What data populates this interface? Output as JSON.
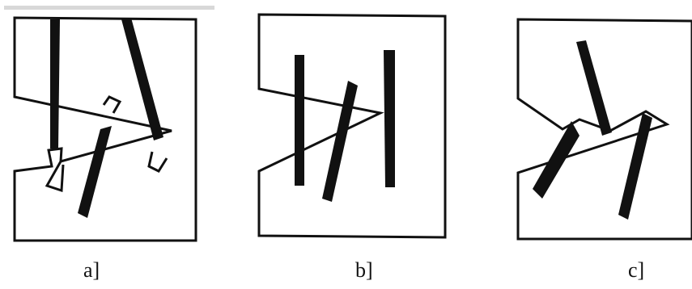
{
  "figure": {
    "captions": [
      "a]",
      "b]",
      "c]"
    ]
  }
}
